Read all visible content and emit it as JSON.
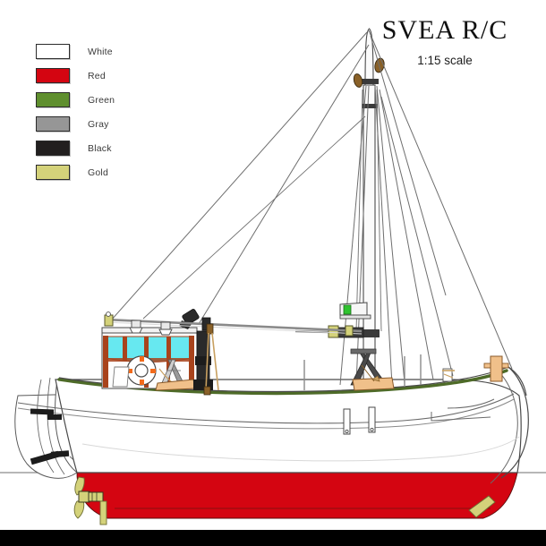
{
  "title": {
    "main": "SVEA R/C",
    "subtitle": "1:15 scale"
  },
  "legend": {
    "items": [
      {
        "label": "White",
        "color": "#ffffff"
      },
      {
        "label": "Red",
        "color": "#d40511"
      },
      {
        "label": "Green",
        "color": "#5f8f2e"
      },
      {
        "label": "Gray",
        "color": "#969696"
      },
      {
        "label": "Black",
        "color": "#221f1f"
      },
      {
        "label": "Gold",
        "color": "#d4d27a"
      }
    ]
  },
  "drawing": {
    "subject": "side-profile fishing boat with mast and rigging",
    "colors": {
      "hull_above_water": "#ffffff",
      "hull_below_water": "#d40511",
      "deck_line_green": "#4e6b28",
      "outline": "#4a4a4a",
      "window_cyan": "#67e8f0",
      "frame_brown": "#a8431c",
      "wood_tan": "#f0c08a",
      "gold": "#d4d27a",
      "black": "#1c1c1c",
      "gray_rig": "#6e6e6e",
      "nav_light_green": "#2fc32f",
      "life_ring_orange": "#f26a1b",
      "pulley_brown": "#8a6128",
      "waterline_gray": "#8c8c8c"
    },
    "parts": [
      "mast",
      "topmast-bands",
      "forestay",
      "backstay",
      "shrouds",
      "boom",
      "spreader-with-green-nav-light",
      "mast-base-frame",
      "wheelhouse",
      "wheelhouse-windows",
      "life-ring",
      "smokestack",
      "deck-lights",
      "cargo-block-pulleys",
      "bow-bitt",
      "rudder",
      "propeller",
      "keel-shoe",
      "waterline",
      "rub-rail",
      "fender-posts",
      "stern-gudgeons"
    ]
  }
}
